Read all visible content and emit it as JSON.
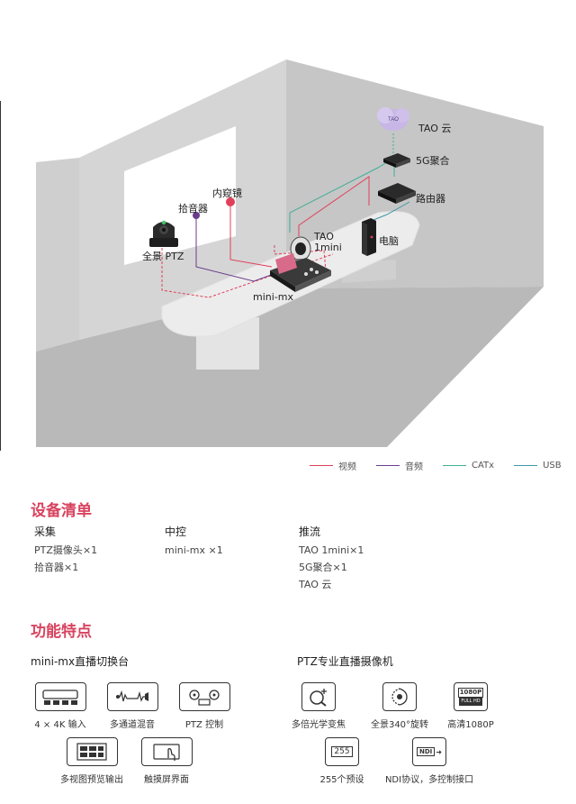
{
  "diagram": {
    "labels": {
      "cloud": "TAO 云",
      "aggregator": "5G聚合",
      "router": "路由器",
      "computer": "电脑",
      "tao_line1": "TAO",
      "tao_line2": "1mini",
      "endoscope": "内窥镜",
      "mic": "拾音器",
      "ptz": "全景 PTZ",
      "mixer": "mini-mx",
      "cloud_logo": "TAO"
    },
    "colors": {
      "video": "#e0405a",
      "audio": "#6b3d8c",
      "catx": "#3fae96",
      "usb": "#3f98a8"
    }
  },
  "legend": [
    {
      "label": "视频",
      "color": "#e0405a"
    },
    {
      "label": "音频",
      "color": "#6b3d8c"
    },
    {
      "label": "CATx",
      "color": "#3fae96"
    },
    {
      "label": "USB",
      "color": "#3f98a8"
    }
  ],
  "equipment": {
    "title": "设备清单",
    "columns": [
      {
        "heading": "采集",
        "items": [
          "PTZ摄像头×1",
          "拾音器×1"
        ]
      },
      {
        "heading": "中控",
        "items": [
          "mini-mx ×1"
        ]
      },
      {
        "heading": "推流",
        "items": [
          "TAO 1mini×1",
          "5G聚合×1",
          "TAO 云"
        ]
      }
    ]
  },
  "features": {
    "title": "功能特点",
    "left_heading": "mini-mx直播切换台",
    "right_heading": "PTZ专业直播摄像机",
    "left_icons": [
      {
        "label": "4 × 4K 输入",
        "icon": "video-inputs-icon"
      },
      {
        "label": "多通道混音",
        "icon": "audio-mix-icon"
      },
      {
        "label": "PTZ 控制",
        "icon": "ptz-control-icon"
      },
      {
        "label": "多视图预览输出",
        "icon": "multiview-icon"
      },
      {
        "label": "触摸屏界面",
        "icon": "touchscreen-icon"
      }
    ],
    "right_icons": [
      {
        "label": "多倍光学变焦",
        "icon": "zoom-icon"
      },
      {
        "label": "全景340°旋转",
        "icon": "rotate-icon"
      },
      {
        "label": "高清1080P",
        "icon": "hd-icon",
        "badge_top": "1080P",
        "badge_bottom": "FULL HD"
      },
      {
        "label": "255个预设",
        "icon": "preset-icon",
        "badge": "255"
      },
      {
        "label": "NDI协议，多控制接口",
        "icon": "ndi-icon",
        "badge": "NDI"
      }
    ]
  }
}
